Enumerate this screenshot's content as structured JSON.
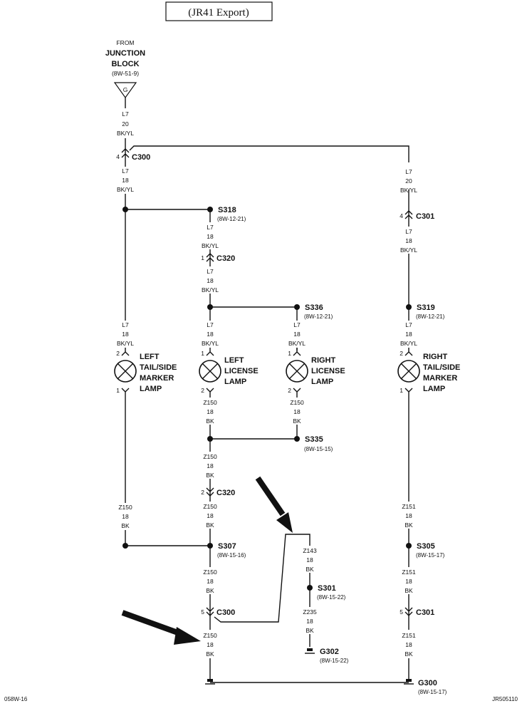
{
  "title": "(JR41 Export)",
  "source": {
    "from": "FROM",
    "name_line1": "JUNCTION",
    "name_line2": "BLOCK",
    "ref": "(8W-51-9)",
    "symbol": "G"
  },
  "wires": {
    "l7_20": [
      "L7",
      "20",
      "BK/YL"
    ],
    "l7_18": [
      "L7",
      "18",
      "BK/YL"
    ],
    "z150_18": [
      "Z150",
      "18",
      "BK"
    ],
    "z151_18": [
      "Z151",
      "18",
      "BK"
    ],
    "z143_18": [
      "Z143",
      "18",
      "BK"
    ],
    "z235_18": [
      "Z235",
      "18",
      "BK"
    ]
  },
  "connectors": {
    "c300": "C300",
    "c301": "C301",
    "c320": "C320"
  },
  "pins": {
    "p1": "1",
    "p2": "2",
    "p4": "4",
    "p5": "5"
  },
  "splices": {
    "s318": {
      "name": "S318",
      "ref": "(8W-12-21)"
    },
    "s336": {
      "name": "S336",
      "ref": "(8W-12-21)"
    },
    "s319": {
      "name": "S319",
      "ref": "(8W-12-21)"
    },
    "s335": {
      "name": "S335",
      "ref": "(8W-15-15)"
    },
    "s307": {
      "name": "S307",
      "ref": "(8W-15-16)"
    },
    "s305": {
      "name": "S305",
      "ref": "(8W-15-17)"
    },
    "s301": {
      "name": "S301",
      "ref": "(8W-15-22)"
    }
  },
  "grounds": {
    "g302": {
      "name": "G302",
      "ref": "(8W-15-22)"
    },
    "g300": {
      "name": "G300",
      "ref": "(8W-15-17)"
    }
  },
  "lamps": {
    "left_tail": [
      "LEFT",
      "TAIL/SIDE",
      "MARKER",
      "LAMP"
    ],
    "left_license": [
      "LEFT",
      "LICENSE",
      "LAMP"
    ],
    "right_license": [
      "RIGHT",
      "LICENSE",
      "LAMP"
    ],
    "right_tail": [
      "RIGHT",
      "TAIL/SIDE",
      "MARKER",
      "LAMP"
    ]
  },
  "footer": {
    "left_code": "058W-16",
    "right_code": "JR505110"
  }
}
